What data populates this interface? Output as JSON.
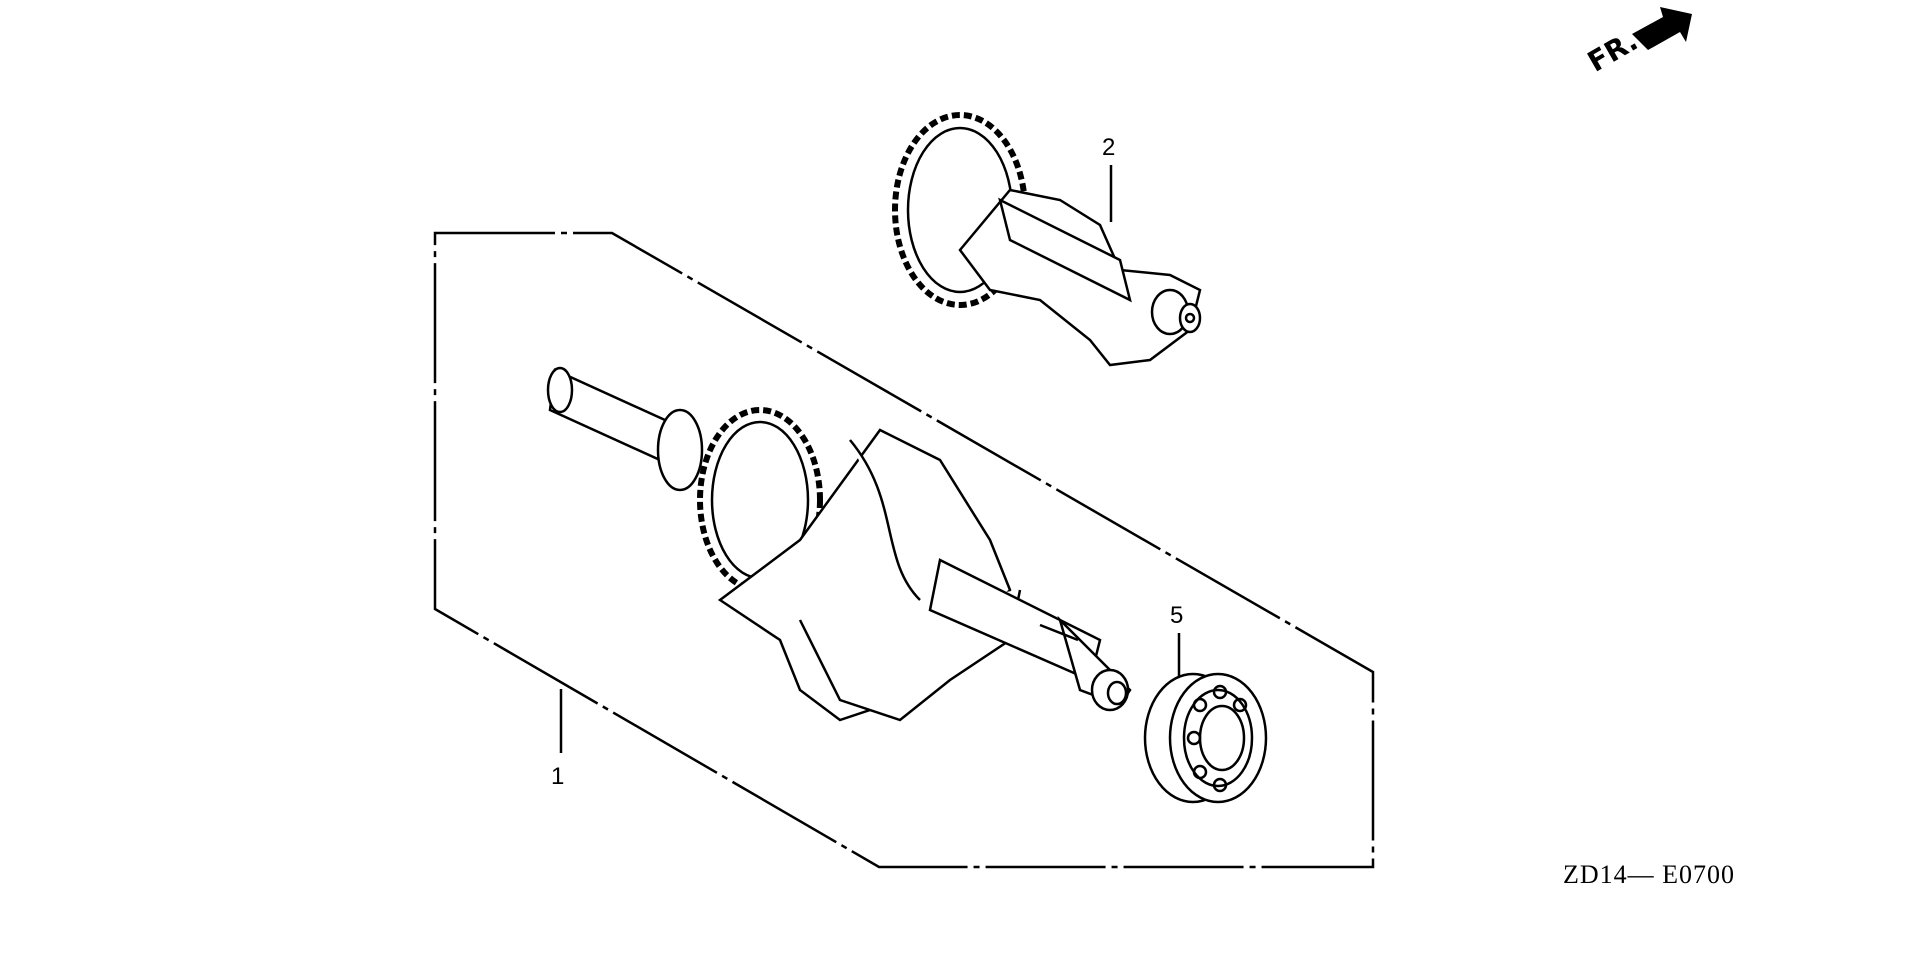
{
  "diagram": {
    "direction_marker": "FR.",
    "callouts": [
      {
        "id": "1"
      },
      {
        "id": "2"
      },
      {
        "id": "5"
      }
    ],
    "drawing_code": "ZD14— E0700",
    "colors": {
      "ink": "#000000",
      "background": "#ffffff"
    }
  }
}
